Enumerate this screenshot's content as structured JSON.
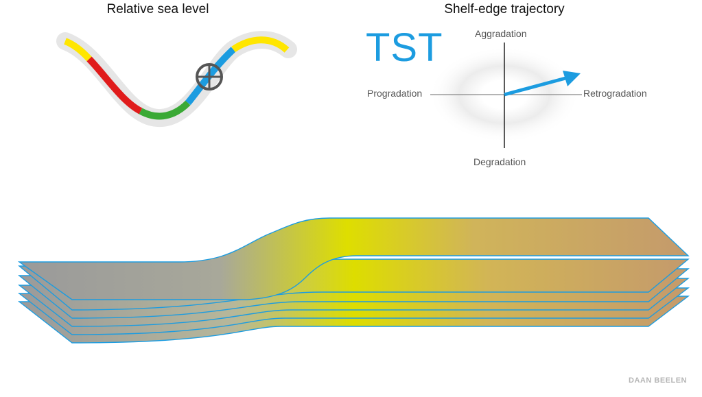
{
  "sea_level": {
    "title": "Relative sea level",
    "segment_colors": {
      "yellow": "#ffe600",
      "red": "#e01b1b",
      "green": "#3aa935",
      "blue": "#1c9ce0",
      "halo": "#e6e6e6"
    },
    "marker_icon": "crosshair-circle-icon"
  },
  "shelf_edge": {
    "title": "Shelf-edge trajectory",
    "systems_tract": "TST",
    "axes": {
      "up": "Aggradation",
      "down": "Degradation",
      "left": "Progradation",
      "right": "Retrogradation"
    },
    "arrow_direction": "up-right",
    "arrow_color": "#1c9ce0"
  },
  "stratigraphy": {
    "layer_count": 5,
    "gradient_colors": [
      "#9a9a9a",
      "#dddd00",
      "#c49a6c"
    ],
    "outline_color": "#1c9ce0"
  },
  "credit": "DAAN BEELEN"
}
